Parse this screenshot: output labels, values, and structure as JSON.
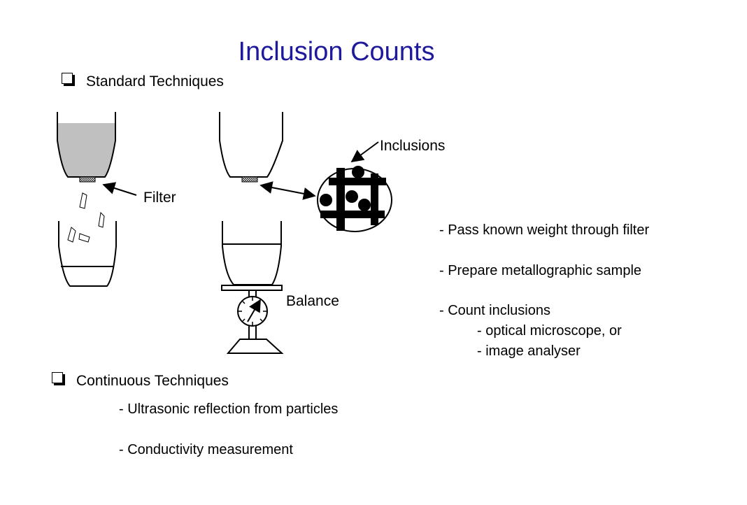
{
  "title": "Inclusion Counts",
  "sections": {
    "standard": {
      "label": "Standard Techniques"
    },
    "continuous": {
      "label": "Continuous Techniques",
      "items": [
        "- Ultrasonic reflection from particles",
        "- Conductivity measurement"
      ]
    }
  },
  "diagram": {
    "labels": {
      "filter": "Filter",
      "inclusions": "Inclusions",
      "balance": "Balance"
    }
  },
  "steps": [
    "- Pass known weight through filter",
    "- Prepare metallographic sample",
    "- Count inclusions"
  ],
  "substeps": [
    "- optical microscope, or",
    "- image analyser"
  ],
  "colors": {
    "title": "#1f1a9c",
    "melt_fill": "#c0c0c0"
  }
}
